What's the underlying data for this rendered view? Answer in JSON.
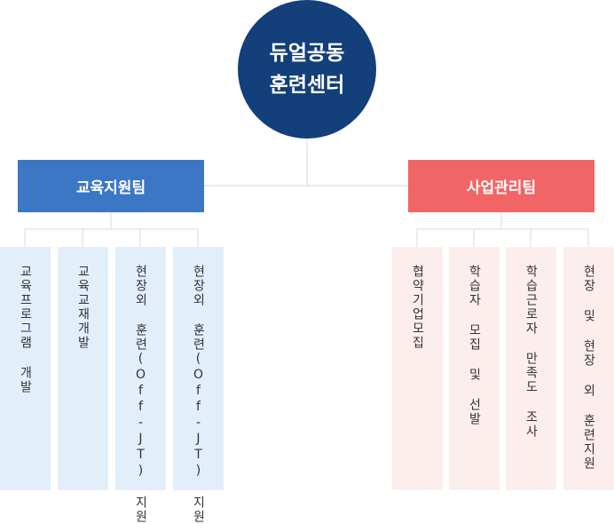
{
  "root": {
    "line1": "듀얼공동",
    "line2": "훈련센터"
  },
  "departments": {
    "left": {
      "title": "교육지원팀",
      "items": [
        "교육프로그램 개발",
        "교육교재개발",
        "현장외 훈련(Off-JT) 지원",
        "현장외 훈련(Off-JT) 지원"
      ]
    },
    "right": {
      "title": "사업관리팀",
      "items": [
        "협약기업모집",
        "학습자 모집 및 선발",
        "학습근로자 만족도 조사",
        "현장 및 현장 외 훈련지원"
      ]
    }
  },
  "colors": {
    "root": "#133f7a",
    "left_header": "#3c77c6",
    "right_header": "#f26566",
    "left_column": "#e3eefb",
    "right_column": "#fdeeee",
    "connector": "#d8d8d8"
  }
}
